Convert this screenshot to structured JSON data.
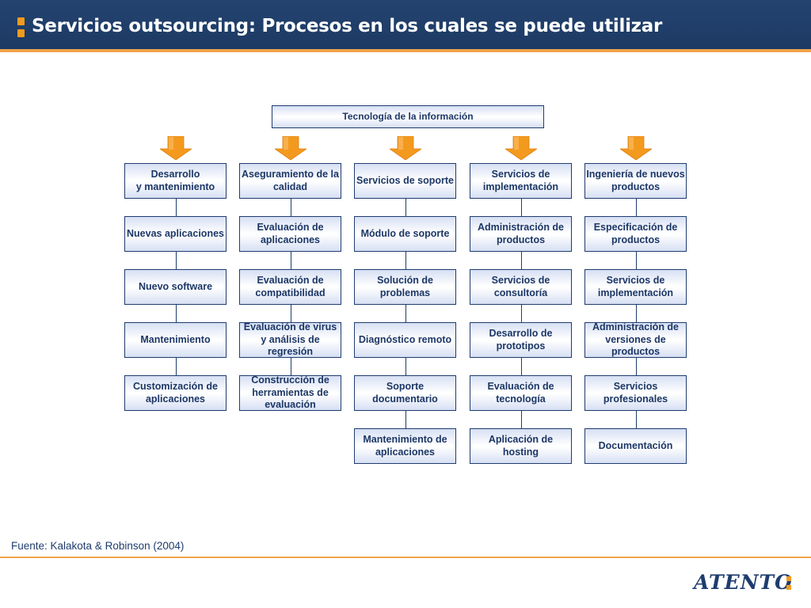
{
  "slide": {
    "title": "Servicios outsourcing: Procesos en los cuales se puede utilizar",
    "source": "Fuente: Kalakota & Robinson (2004)",
    "logo": "ATENTO"
  },
  "colors": {
    "header_bg": "#1f3c6e",
    "accent_orange": "#f39a1e",
    "box_border": "#1f3c6e",
    "box_text": "#1c3766"
  },
  "diagram": {
    "root": "Tecnología de la información",
    "columns": [
      {
        "header": "Desarrollo\ny mantenimiento",
        "items": [
          "Nuevas aplicaciones",
          "Nuevo software",
          "Mantenimiento",
          "Customización de aplicaciones"
        ]
      },
      {
        "header": "Aseguramiento de la calidad",
        "items": [
          "Evaluación de aplicaciones",
          "Evaluación de compatibilidad",
          "Evaluación de virus y análisis de regresión",
          "Construcción de herramientas de evaluación"
        ]
      },
      {
        "header": "Servicios de soporte",
        "items": [
          "Módulo de soporte",
          "Solución de problemas",
          "Diagnóstico remoto",
          "Soporte documentario",
          "Mantenimiento de aplicaciones"
        ]
      },
      {
        "header": "Servicios de implementación",
        "items": [
          "Administración de productos",
          "Servicios de consultoría",
          "Desarrollo de prototipos",
          "Evaluación de tecnología",
          "Aplicación de hosting"
        ]
      },
      {
        "header": "Ingeniería de nuevos productos",
        "items": [
          "Especificación de productos",
          "Servicios de implementación",
          "Administración de versiones de productos",
          "Servicios profesionales",
          "Documentación"
        ]
      }
    ]
  }
}
